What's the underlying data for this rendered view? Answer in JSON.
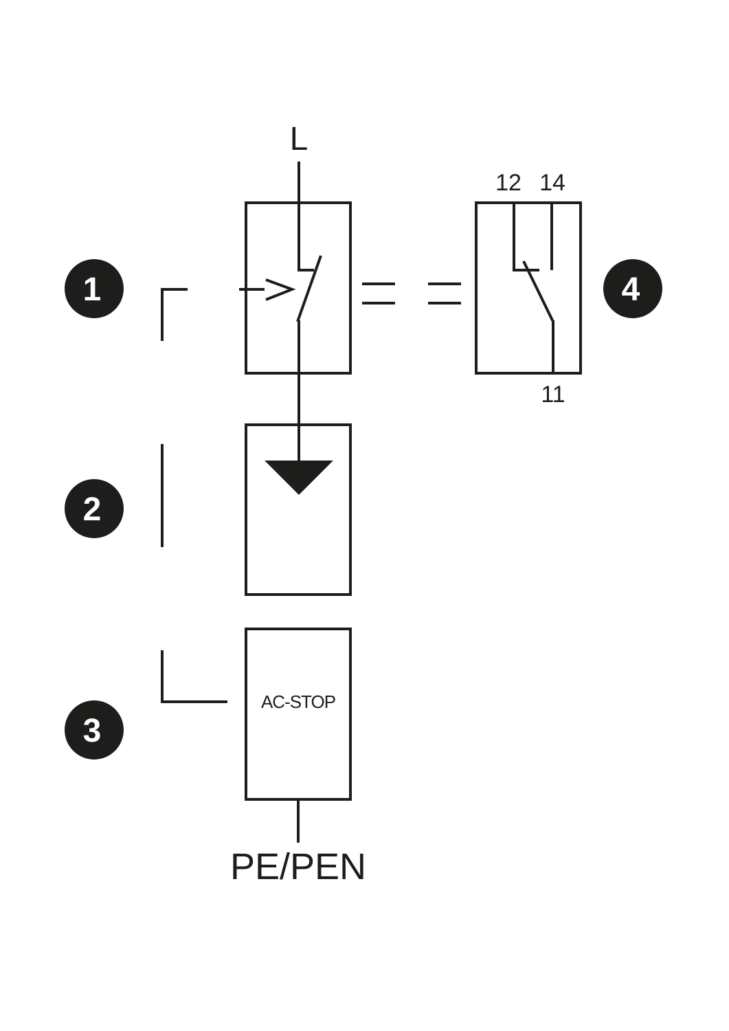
{
  "colors": {
    "ink": "#1d1d1b",
    "background": "#ffffff"
  },
  "labels": {
    "line": "L",
    "earth": "PE/PEN",
    "ac_stop": "AC-STOP",
    "contact_12": "12",
    "contact_14": "14",
    "contact_11": "11"
  },
  "markers": [
    "1",
    "2",
    "3",
    "4"
  ]
}
